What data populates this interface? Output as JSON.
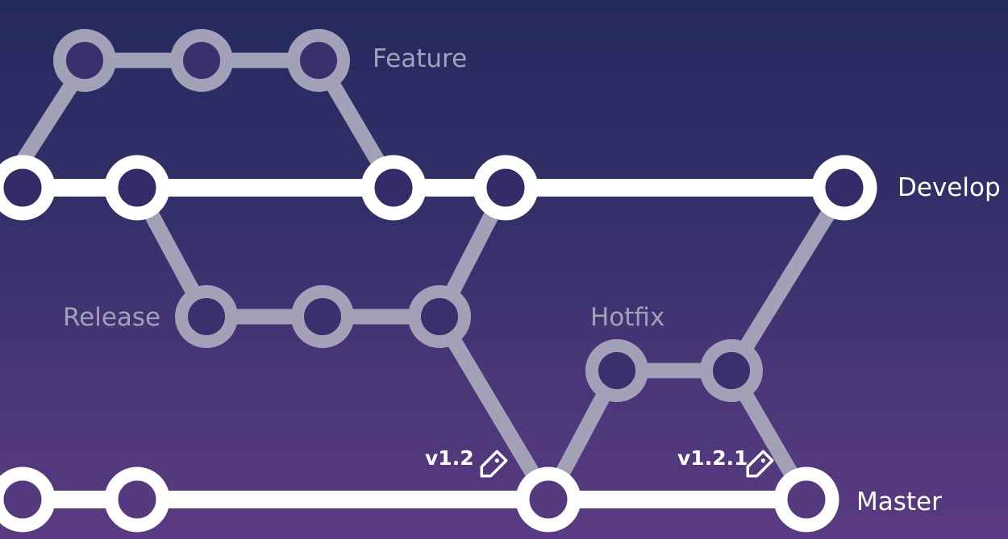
{
  "diagram": {
    "colors": {
      "main_branch": "#ffffff",
      "side_branch": "#a3a1b8",
      "node_fill": "#3b2f6e",
      "background_top": "#242a5e",
      "background_bottom": "#5a3a82"
    },
    "branches": {
      "feature": {
        "label": "Feature"
      },
      "develop": {
        "label": "Develop"
      },
      "release": {
        "label": "Release"
      },
      "hotfix": {
        "label": "Hotfix"
      },
      "master": {
        "label": "Master"
      }
    },
    "tags": [
      {
        "label": "v1.2",
        "icon": "tag-icon"
      },
      {
        "label": "v1.2.1",
        "icon": "tag-icon"
      }
    ]
  }
}
